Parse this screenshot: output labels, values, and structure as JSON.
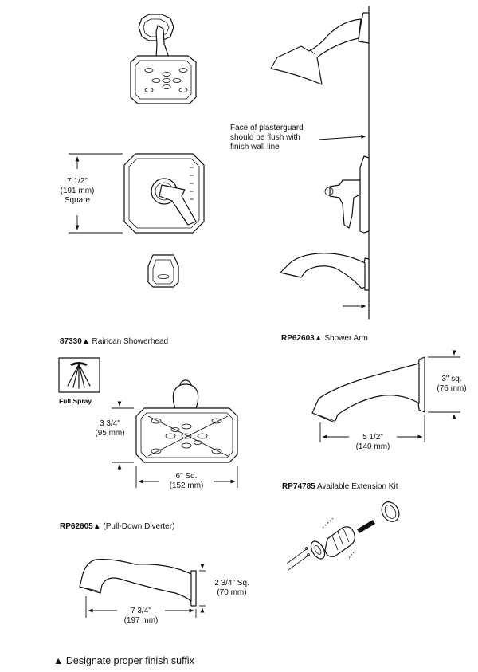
{
  "callouts": {
    "trim_square_dim": [
      "7 1/2\"",
      "(191 mm)",
      "Square"
    ],
    "plasterguard_note": [
      "Face of plasterguard",
      "should be flush with",
      "finish wall line"
    ]
  },
  "parts": {
    "showerhead": {
      "number": "87330",
      "name": "Raincan Showerhead",
      "spray_label": "Full Spray",
      "height_dim": [
        "3 3/4\"",
        "(95 mm)"
      ],
      "width_dim": [
        "6\" Sq.",
        "(152 mm)"
      ]
    },
    "shower_arm": {
      "number": "RP62603",
      "name": "Shower Arm",
      "height_dim": [
        "3\" sq.",
        "(76 mm)"
      ],
      "length_dim": [
        "5 1/2\"",
        "(140 mm)"
      ]
    },
    "extension_kit": {
      "number": "RP74785",
      "name": "Available Extension Kit"
    },
    "tub_spout": {
      "number": "RP62605",
      "name": "(Pull-Down Diverter)",
      "height_dim": [
        "2 3/4\" Sq.",
        "(70 mm)"
      ],
      "length_dim": [
        "7 3/4\"",
        "(197 mm)"
      ]
    }
  },
  "footnote": {
    "marker": "▲",
    "text": "Designate proper finish suffix"
  },
  "colors": {
    "line": "#111111",
    "background": "#ffffff"
  }
}
